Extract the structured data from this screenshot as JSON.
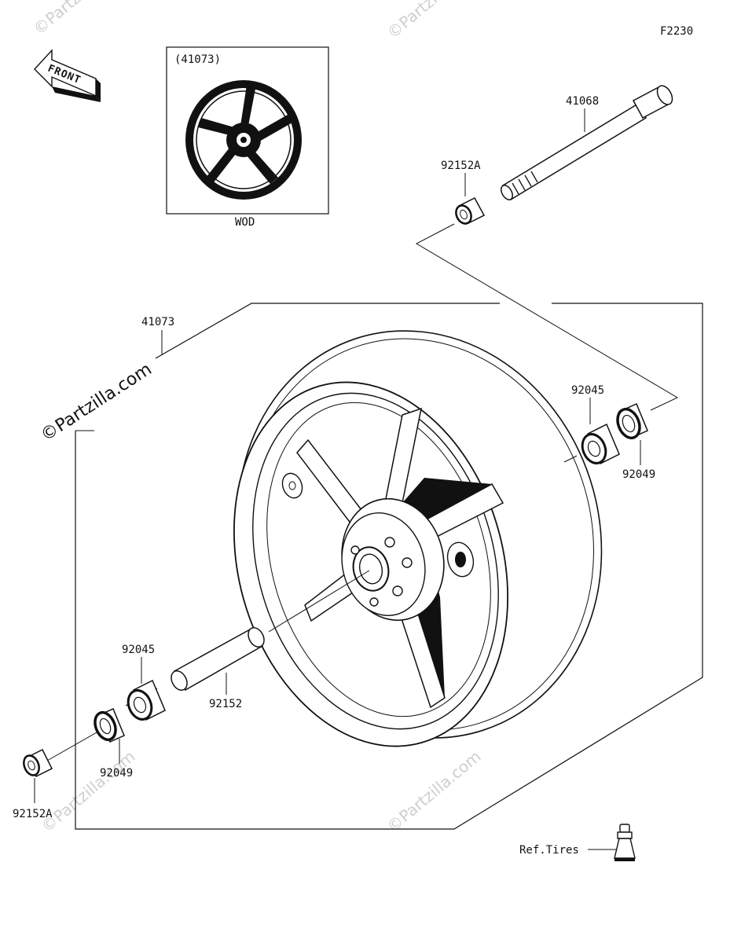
{
  "figure_code": "F2230",
  "front_arrow": {
    "text": "FRONT"
  },
  "inset": {
    "top_label": "(41073)",
    "bottom_label": "WOD"
  },
  "parts": {
    "axle": "41068",
    "wheel": "41073",
    "collar_top": "92152A",
    "bearing_right": "92045",
    "seal_right": "92049",
    "bearing_left": "92045",
    "spacer": "92152",
    "seal_left": "92049",
    "collar_left": "92152A",
    "ref_tires": "Ref.Tires"
  },
  "watermark": "©Partzilla.com"
}
